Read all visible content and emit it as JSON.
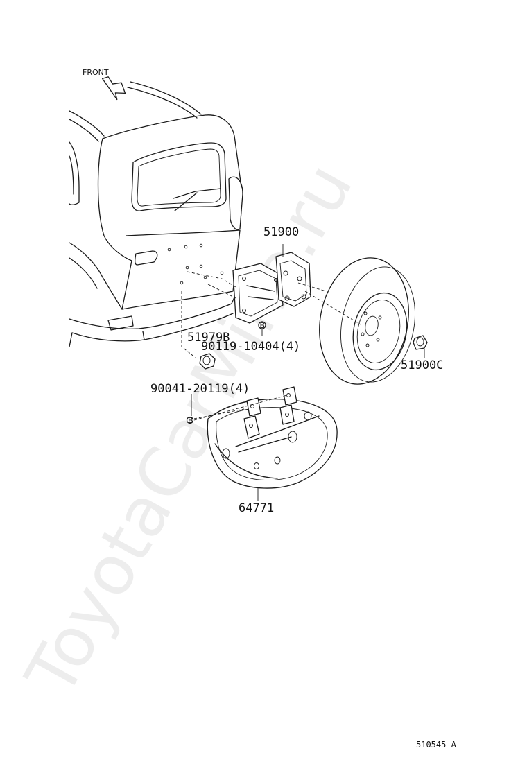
{
  "direction_label": "FRONT",
  "watermark": "ToyotaCarMine.ru",
  "diagram_code": "510545-A",
  "parts": {
    "carrier_bracket": "51900",
    "cap": "51979B",
    "bolt": "90119-10404(4)",
    "nut": "51900C",
    "bolt_cover": "90041-20119(4)",
    "cover": "64771"
  },
  "callout_marker": "B"
}
